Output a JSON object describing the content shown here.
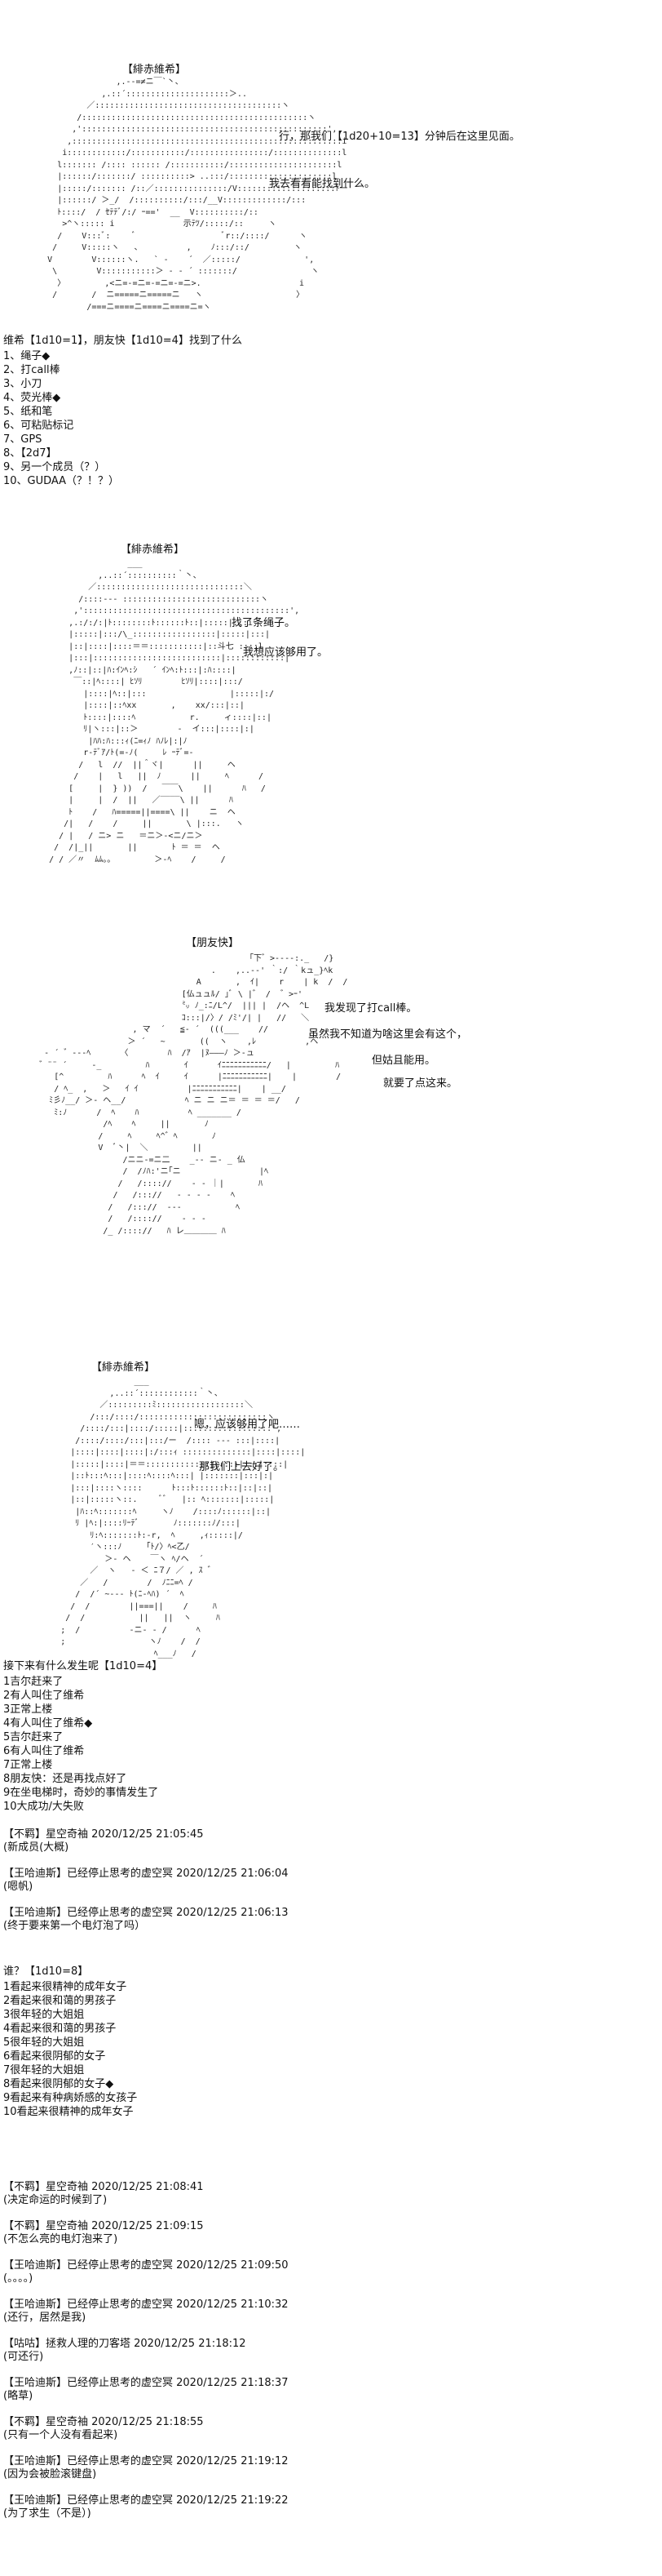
{
  "scene1": {
    "speaker": "【緋赤維希】",
    "lines": [
      "行，那我们【1d20+10=13】分钟后在这里见面。",
      "我去看看能找到什么。"
    ]
  },
  "roll1": {
    "title": "维希【1d10=1】，朋友快【1d10=4】找到了什么",
    "items": [
      "1、绳子◆",
      "2、打call棒",
      "3、小刀",
      "4、荧光棒◆",
      "5、纸和笔",
      "6、可粘贴标记",
      "7、GPS",
      "8、【2d7】",
      "9、另一个成员（？）",
      "10、GUDAA（？！？）"
    ]
  },
  "scene2": {
    "speaker": "【緋赤維希】",
    "lines": [
      "找了条绳子。",
      "我想应该够用了。"
    ]
  },
  "scene3": {
    "speaker": "【朋友快】",
    "lines": [
      "我发现了打call棒。",
      "虽然我不知道为啥这里会有这个，",
      "但姑且能用。",
      "就要了点这来。"
    ]
  },
  "scene4": {
    "speaker": "【緋赤維希】",
    "lines": [
      "嗯，应该够用了吧……",
      "那我们上去好了。"
    ]
  },
  "roll2": {
    "title": "接下来有什么发生呢【1d10=4】",
    "items": [
      "1吉尔赶来了",
      "2有人叫住了维希",
      "3正常上楼",
      "4有人叫住了维希◆",
      "5吉尔赶来了",
      "6有人叫住了维希",
      "7正常上楼",
      "8朋友快：还是再找点好了",
      "9在坐电梯时，奇妙的事情发生了",
      "10大成功/大失败"
    ]
  },
  "log1": [
    "【不羁】星空奇袖 2020/12/25 21:05:45",
    "(新成员(大概)",
    "",
    "【王哈迪斯】已经停止思考的虚空冥 2020/12/25 21:06:04",
    "(嗯帆)",
    "",
    "【王哈迪斯】已经停止思考的虚空冥 2020/12/25 21:06:13",
    "(终于要来第一个电灯泡了吗）"
  ],
  "roll3": {
    "title": "谁？【1d10=8】",
    "items": [
      "1看起来很精神的成年女子",
      "2看起来很和蔼的男孩子",
      "3很年轻的大姐姐",
      "4看起来很和蔼的男孩子",
      "5很年轻的大姐姐",
      "6看起来很阴郁的女子",
      "7很年轻的大姐姐",
      "8看起来很阴郁的女子◆",
      "9看起来有种病娇感的女孩子",
      "10看起来很精神的成年女子"
    ]
  },
  "log2": [
    "【不羁】星空奇袖 2020/12/25 21:08:41",
    "(决定命运的时候到了)",
    "",
    "【不羁】星空奇袖 2020/12/25 21:09:15",
    "(不怎么亮的电灯泡来了)",
    "",
    "【王哈迪斯】已经停止思考的虚空冥 2020/12/25 21:09:50",
    "(。。。。)",
    "",
    "【王哈迪斯】已经停止思考的虚空冥 2020/12/25 21:10:32",
    "(还行，居然是我)",
    "",
    "【咕咕】拯救人理的刀客塔 2020/12/25 21:18:12",
    "(可还行)",
    "",
    "【王哈迪斯】已经停止思考的虚空冥 2020/12/25 21:18:37",
    "(略草)",
    "",
    "【不羁】星空奇袖 2020/12/25 21:18:55",
    "(只有一个人没有看起来)",
    "",
    "【王哈迪斯】已经停止思考的虚空冥 2020/12/25 21:19:12",
    "(因为会被脸滚键盘)",
    "",
    "【王哈迪斯】已经停止思考的虚空冥 2020/12/25 21:19:22",
    "(为了求生（不是）)"
  ]
}
